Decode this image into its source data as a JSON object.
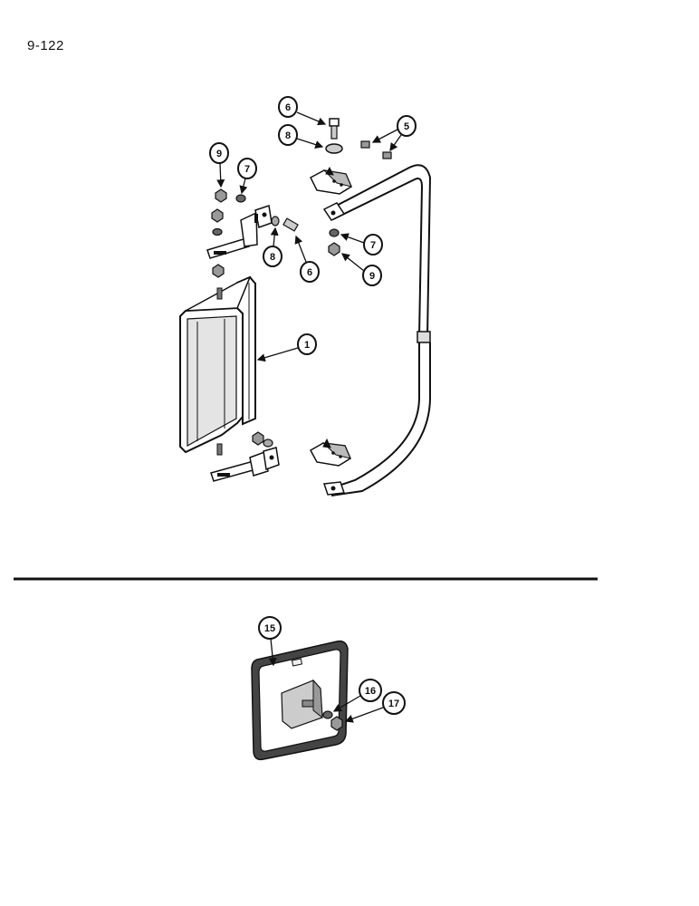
{
  "page": {
    "number": "9-122"
  },
  "callouts": {
    "c1": "1",
    "c5": "5",
    "c6a": "6",
    "c6b": "6",
    "c7a": "7",
    "c7b": "7",
    "c8a": "8",
    "c8b": "8",
    "c9a": "9",
    "c9b": "9",
    "c15": "15",
    "c16": "16",
    "c17": "17"
  },
  "colors": {
    "ink": "#111111",
    "paper": "#ffffff",
    "shade": "#c8c8c8"
  }
}
